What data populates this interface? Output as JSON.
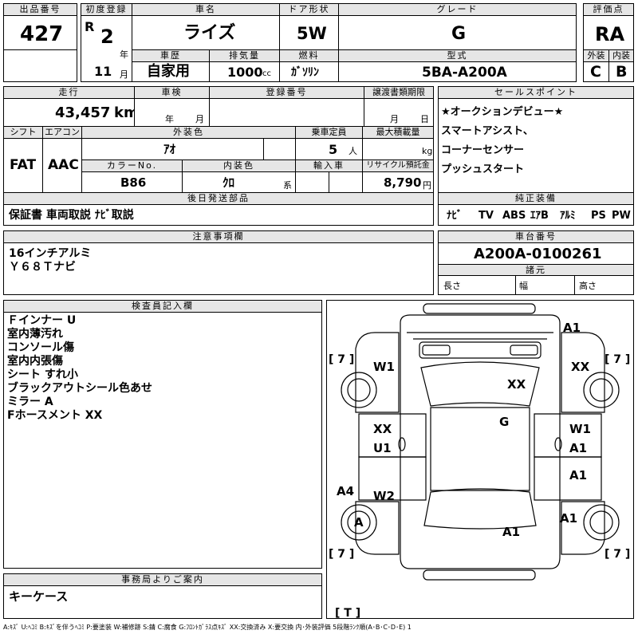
{
  "header": {
    "lot_no_label": "出品番号",
    "lot_no": "427",
    "first_reg_label": "初度登録",
    "era": "R",
    "year": "2",
    "year_unit": "年",
    "month": "11",
    "month_unit": "月",
    "car_name_label": "車名",
    "car_name": "ライズ",
    "door_label": "ドア形状",
    "door": "5W",
    "grade_label": "グレード",
    "grade": "G",
    "score_label": "評価点",
    "score": "RA",
    "history_label": "車歴",
    "history": "自家用",
    "displacement_label": "排気量",
    "displacement": "1000",
    "displacement_unit": "cc",
    "fuel_label": "燃料",
    "fuel": "ｶﾞｿﾘﾝ",
    "model_label": "型式",
    "model": "5BA-A200A",
    "ext_label": "外装",
    "ext": "C",
    "int_label": "内装",
    "int": "B"
  },
  "row2": {
    "mileage_label": "走行",
    "mileage": "43,457",
    "mileage_unit": "km",
    "inspection_label": "車検",
    "insp_year_unit": "年",
    "insp_month_unit": "月",
    "regno_label": "登録番号",
    "transfer_label": "譲渡書類期限",
    "tr_month_unit": "月",
    "tr_day_unit": "日",
    "shift_label": "シフト",
    "shift": "FAT",
    "ac_label": "エアコン",
    "ac": "AAC",
    "color_label": "外装色",
    "color": "ｱｵ",
    "capacity_label": "乗車定員",
    "capacity": "5",
    "capacity_unit": "人",
    "load_label": "最大積載量",
    "load_unit": "kg",
    "colorno_label": "カラーNo.",
    "colorno": "B86",
    "intcolor_label": "内装色",
    "intcolor": "ｸﾛ",
    "intcolor_unit": "系",
    "import_label": "輸入車",
    "recycle_label": "リサイクル預託金",
    "recycle": "8,790",
    "recycle_unit": "円",
    "later_label": "後日発送部品",
    "later": "保証書 車両取説 ﾅﾋﾞ取説"
  },
  "sales": {
    "label": "セールスポイント",
    "items": [
      "★オークションデビュー★",
      "スマートアシスト、",
      "コーナーセンサー",
      "プッシュスタート"
    ]
  },
  "equipment": {
    "label": "純正装備",
    "items": [
      "ﾅﾋﾞ",
      "TV",
      "ABS",
      "ｴｱB",
      "ｱﾙﾐ",
      "PS",
      "PW"
    ]
  },
  "notes": {
    "label": "注意事項欄",
    "lines": [
      "16インチアルミ",
      "Ｙ６８Ｔナビ"
    ]
  },
  "chassis": {
    "label": "車台番号",
    "value": "A200A-0100261",
    "spec_label": "諸元",
    "len": "長さ",
    "wid": "幅",
    "hei": "高さ"
  },
  "inspector": {
    "label": "検査員記入欄",
    "lines": [
      "Ｆインナー U",
      "室内薄汚れ",
      "コンソール傷",
      "室内内張傷",
      "シート すれ小",
      "ブラックアウトシール色あせ",
      "ミラー A",
      "Fホースメント XX"
    ]
  },
  "diagram": {
    "marks": {
      "a1_top": "A1",
      "w1_left": "W1",
      "xx_right": "XX",
      "xx_roof": "XX",
      "g_glass": "G",
      "xx_lf": "XX",
      "u1_lf": "U1",
      "w1_rf": "W1",
      "a1_rf": "A1",
      "a1_rr1": "A1",
      "a4": "A4",
      "w2": "W2",
      "a_wheel": "A",
      "a1_rr2": "A1",
      "a1_rear": "A1"
    },
    "tire_fl": "[ 7 ]",
    "tire_fr": "[ 7 ]",
    "tire_rl": "[ 7 ]",
    "tire_rr": "[ 7 ]",
    "tire_spare": "[ T ]"
  },
  "office": {
    "label": "事務局よりご案内",
    "text": "キーケース"
  },
  "legend": "A:ｷｽﾞ U:ﾍｺﾐ B:ｷｽﾞを伴うﾍｺﾐ P:要塗装 W:補修跡 S:錆 C:腐食 G:ﾌﾛﾝﾄｶﾞﾗｽ点ｷｽﾞ XX:交換済み X:要交換 内･外装評価 5段階ﾗﾝｸ順(A･B･C･D･E) 1"
}
